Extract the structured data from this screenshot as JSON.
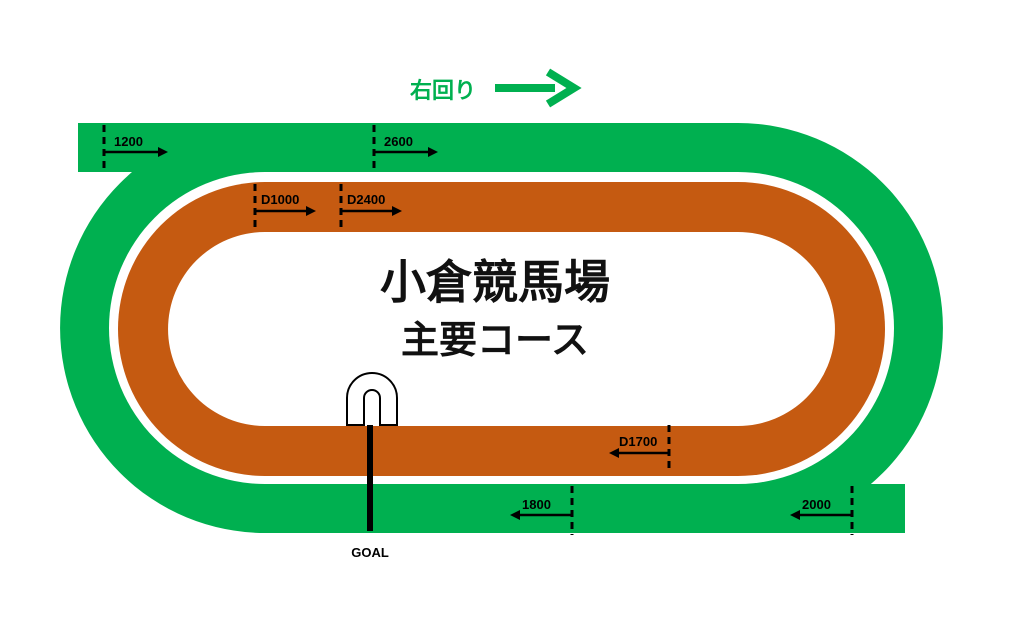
{
  "direction_label": "右回り",
  "title": "小倉競馬場",
  "subtitle": "主要コース",
  "goal_label": "GOAL",
  "colors": {
    "turf": "#00b050",
    "dirt": "#c55a11",
    "direction": "#00b050"
  },
  "turf_markers": [
    "1200",
    "2600",
    "1800",
    "2000"
  ],
  "dirt_markers": [
    "D1000",
    "D2400",
    "D1700"
  ]
}
